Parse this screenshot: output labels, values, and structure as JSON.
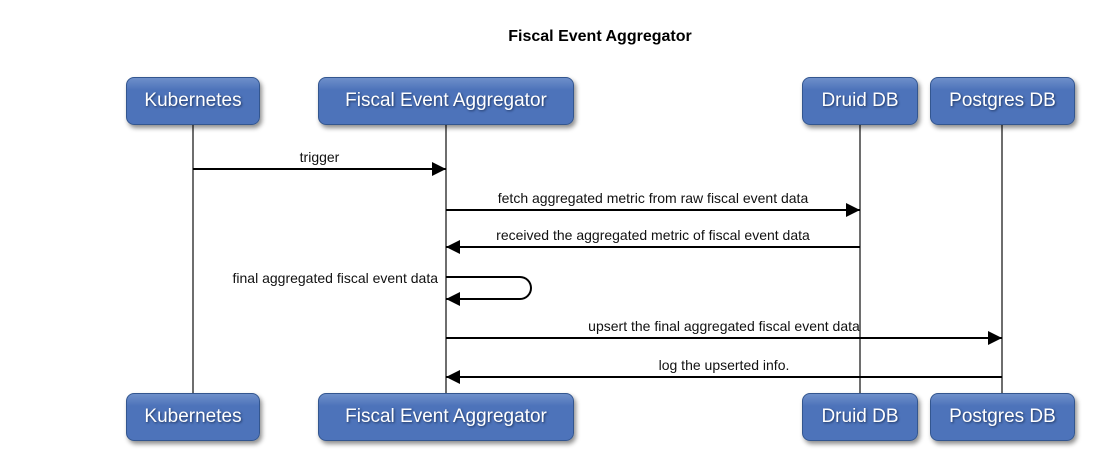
{
  "title": "Fiscal Event Aggregator",
  "diagram_type": "sequence",
  "participants": [
    {
      "id": "kubernetes",
      "name": "Kubernetes"
    },
    {
      "id": "fiscal-event-aggregator",
      "name": "Fiscal Event Aggregator"
    },
    {
      "id": "druid-db",
      "name": "Druid DB"
    },
    {
      "id": "postgres-db",
      "name": "Postgres DB"
    }
  ],
  "messages": [
    {
      "from": "Kubernetes",
      "to": "Fiscal Event Aggregator",
      "label": "trigger",
      "direction": "right"
    },
    {
      "from": "Fiscal Event Aggregator",
      "to": "Druid DB",
      "label": "fetch aggregated metric from raw fiscal event data",
      "direction": "right"
    },
    {
      "from": "Druid DB",
      "to": "Fiscal Event Aggregator",
      "label": "received the aggregated metric of fiscal event data",
      "direction": "left"
    },
    {
      "from": "Fiscal Event Aggregator",
      "to": "Fiscal Event Aggregator",
      "label": "final aggregated fiscal event data",
      "direction": "self"
    },
    {
      "from": "Fiscal Event Aggregator",
      "to": "Postgres DB",
      "label": "upsert the final aggregated fiscal event data",
      "direction": "right"
    },
    {
      "from": "Postgres DB",
      "to": "Fiscal Event Aggregator",
      "label": "log the upserted info.",
      "direction": "left"
    }
  ],
  "colors": {
    "participant_fill": "#4d73ba",
    "participant_border": "#33568f",
    "participant_text": "#ffffff",
    "lifeline": "#6e6e6e",
    "arrow": "#000000",
    "label_text": "#111111",
    "background": "#ffffff"
  }
}
